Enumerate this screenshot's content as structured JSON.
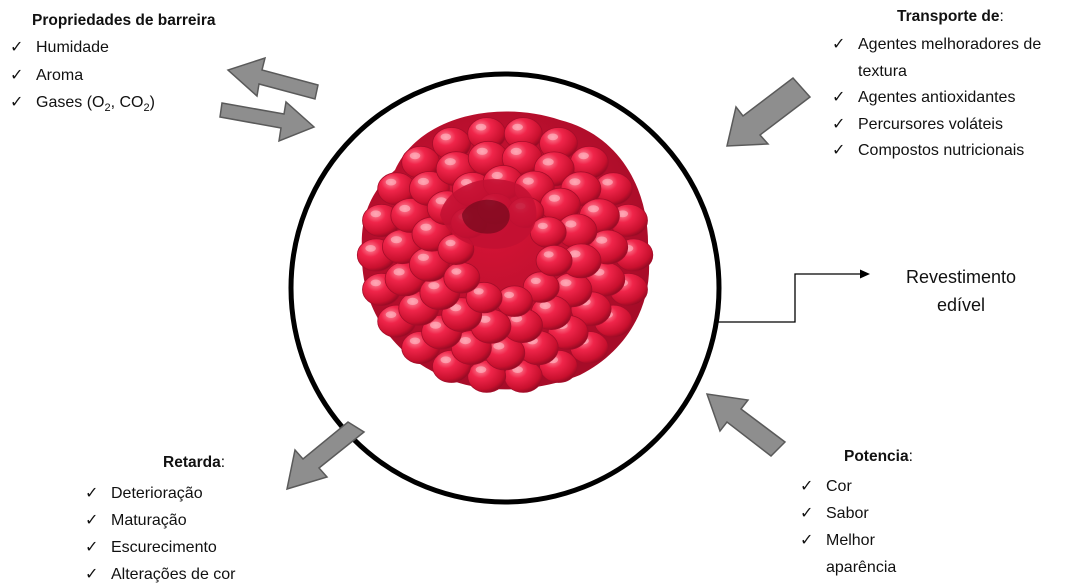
{
  "colors": {
    "berry_base": "#e8193c",
    "berry_dark": "#9c0a26",
    "arrow_fill": "#8e8e8e",
    "arrow_stroke": "#5a5a5a",
    "circle_stroke": "#000000"
  },
  "barrier": {
    "title": "Propriedades de barreira",
    "check": "✓",
    "items": {
      "humidity": "Humidade",
      "aroma": "Aroma",
      "gases_prefix": "Gases (O",
      "gases_sub1": "2",
      "gases_mid": ", CO",
      "gases_sub2": "2",
      "gases_suffix": ")"
    }
  },
  "transport": {
    "title": "Transporte de",
    "colon": ":",
    "check": "✓",
    "items": [
      "Agentes melhoradores de textura",
      "Agentes antioxidantes",
      "Percursores voláteis",
      "Compostos nutricionais"
    ]
  },
  "coating": {
    "line1": "Revestimento",
    "line2": "edível"
  },
  "retard": {
    "title": "Retarda",
    "colon": ":",
    "check": "✓",
    "items": [
      "Deterioração",
      "Maturação",
      "Escurecimento",
      "Alterações de cor"
    ]
  },
  "enhance": {
    "title": "Potencia",
    "colon": ":",
    "check": "✓",
    "items": [
      "Cor",
      "Sabor",
      "Melhor aparência"
    ]
  }
}
